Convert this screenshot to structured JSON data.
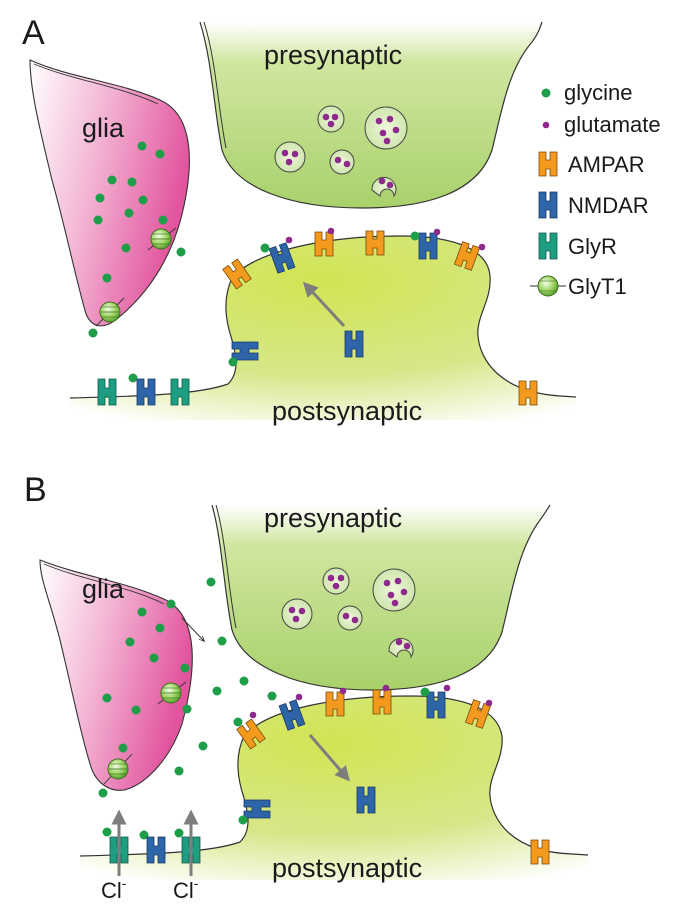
{
  "panels": [
    {
      "letter": "A",
      "presynaptic": "presynaptic",
      "postsynaptic": "postsynaptic",
      "glia": "glia"
    },
    {
      "letter": "B",
      "presynaptic": "presynaptic",
      "postsynaptic": "postsynaptic",
      "glia": "glia",
      "chloride": "Cl"
    }
  ],
  "legend": {
    "items": [
      {
        "label": "glycine",
        "icon": "glycine-dot-icon"
      },
      {
        "label": "glutamate",
        "icon": "glutamate-dot-icon"
      },
      {
        "label": "AMPAR",
        "icon": "ampar-receptor-icon"
      },
      {
        "label": "NMDAR",
        "icon": "nmdar-receptor-icon"
      },
      {
        "label": "GlyR",
        "icon": "glyr-receptor-icon"
      },
      {
        "label": "GlyT1",
        "icon": "glyt1-transporter-icon"
      }
    ]
  },
  "colors": {
    "glycine": "#1e9e49",
    "glutamate": "#8e2a8b",
    "ampar": "#f39a1e",
    "nmdar": "#2e64a8",
    "glyr": "#1d9e82",
    "glyt1": "#7cc142",
    "presynaptic_fill": "#b5d97a",
    "postsynaptic_fill": "#c5de5c",
    "glia_fill": "#e36aa8",
    "arrow": "#7d7d7d"
  }
}
